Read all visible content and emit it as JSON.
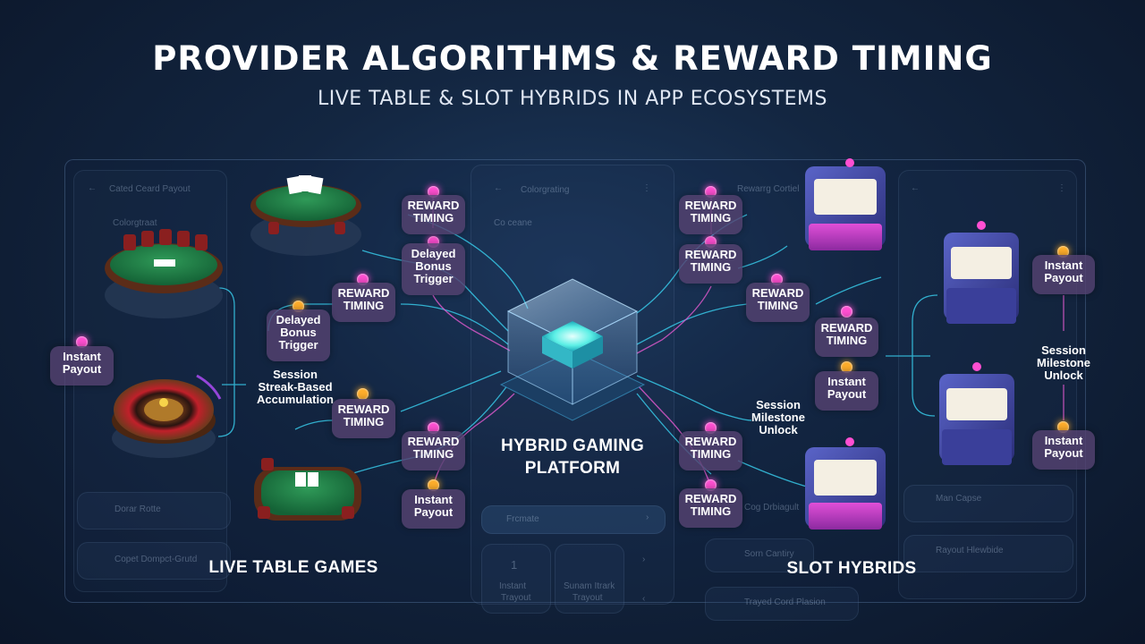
{
  "header": {
    "title": "PROVIDER ALGORITHMS & REWARD TIMING",
    "subtitle": "LIVE TABLE & SLOT HYBRIDS IN APP ECOSYSTEMS"
  },
  "center": {
    "label_line1": "HYBRID GAMING",
    "label_line2": "PLATFORM"
  },
  "sections": {
    "left": "LIVE TABLE GAMES",
    "right": "SLOT HYBRIDS"
  },
  "nodes": {
    "rt_left_top1": {
      "line1": "REWARD",
      "line2": "TIMING"
    },
    "delayed_left_top": {
      "line1": "Delayed",
      "line2": "Bonus",
      "line3": "Trigger"
    },
    "rt_left_mid": {
      "line1": "REWARD",
      "line2": "TIMING"
    },
    "delayed_left_mid": {
      "line1": "Delayed",
      "line2": "Bonus",
      "line3": "Trigger"
    },
    "instant_left": {
      "line1": "Instant",
      "line2": "Payout"
    },
    "session_left": {
      "line1": "Session",
      "line2": "Streak-Based",
      "line3": "Accumulation"
    },
    "rt_left_low": {
      "line1": "REWARD",
      "line2": "TIMING"
    },
    "rt_left_bottom": {
      "line1": "REWARD",
      "line2": "TIMING"
    },
    "instant_left_bottom": {
      "line1": "Instant",
      "line2": "Payout"
    },
    "rt_right_top1": {
      "line1": "REWARD",
      "line2": "TIMING"
    },
    "rt_right_top2": {
      "line1": "REWARD",
      "line2": "TIMING"
    },
    "rt_right_mid": {
      "line1": "REWARD",
      "line2": "TIMING"
    },
    "rt_right_mid2": {
      "line1": "REWARD",
      "line2": "TIMING"
    },
    "instant_right_mid": {
      "line1": "Instant",
      "line2": "Payout"
    },
    "session_right_center": {
      "line1": "Session",
      "line2": "Milestone",
      "line3": "Unlock"
    },
    "rt_right_low": {
      "line1": "REWARD",
      "line2": "TIMING"
    },
    "rt_right_bottom": {
      "line1": "REWARD",
      "line2": "TIMING"
    },
    "instant_far_top": {
      "line1": "Instant",
      "line2": "Payout"
    },
    "session_far": {
      "line1": "Session",
      "line2": "Milestone",
      "line3": "Unlock"
    },
    "instant_far_bottom": {
      "line1": "Instant",
      "line2": "Payout"
    }
  },
  "ghost_ui": {
    "left_panel_title": "Cated Ceard Payout",
    "left_panel_sub": "Colorgtraat",
    "left_row1": "Dorar Rotte",
    "left_row2": "Copet Dompct-Grutd",
    "center_panel_title": "Colorgrating",
    "center_panel_sub": "Co ceane",
    "center_row1": "Frcmate",
    "center_card1_num": "1",
    "center_card1_l1": "Instant",
    "center_card1_l2": "Trayout",
    "center_card2_l1": "Sunam Itrark",
    "center_card2_l2": "Trayout",
    "right_panel_title": "Rewarrg Cortiel",
    "right_row1": "Cog Drbiagult",
    "right_row2": "Sorn Cantiry",
    "right_row3": "Trayed Cord Plasion",
    "far_row1": "Man Capse",
    "far_row2": "Rayout Hlewbide"
  }
}
